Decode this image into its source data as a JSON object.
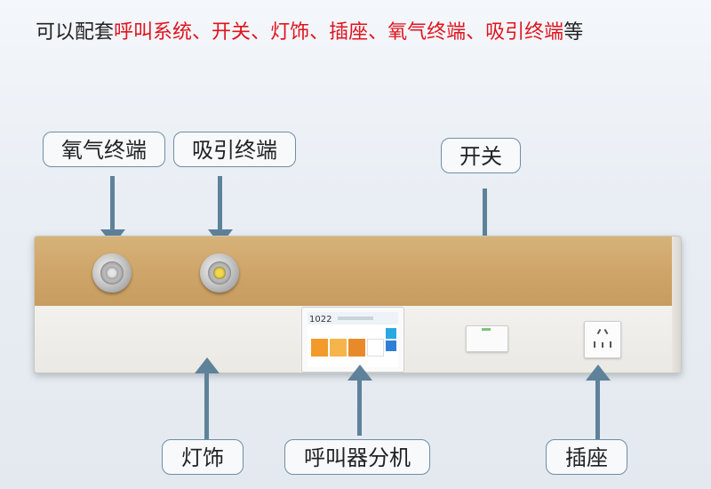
{
  "headline": {
    "prefix": "可以配套",
    "items": [
      "呼叫系统",
      "开关",
      "灯饰",
      "插座",
      "氧气终端",
      "吸引终端"
    ],
    "separator": "、",
    "suffix": "等"
  },
  "labels": {
    "oxygen_terminal": "氧气终端",
    "suction_terminal": "吸引终端",
    "switch": "开关",
    "lighting": "灯饰",
    "call_extension": "呼叫器分机",
    "socket": "插座"
  },
  "call_device": {
    "room_number": "1022"
  },
  "colors": {
    "highlight_red": "#e0141e",
    "arrow_blue": "#5e8299",
    "wood_panel": "#cfa56a",
    "white_panel": "#efeeea"
  }
}
